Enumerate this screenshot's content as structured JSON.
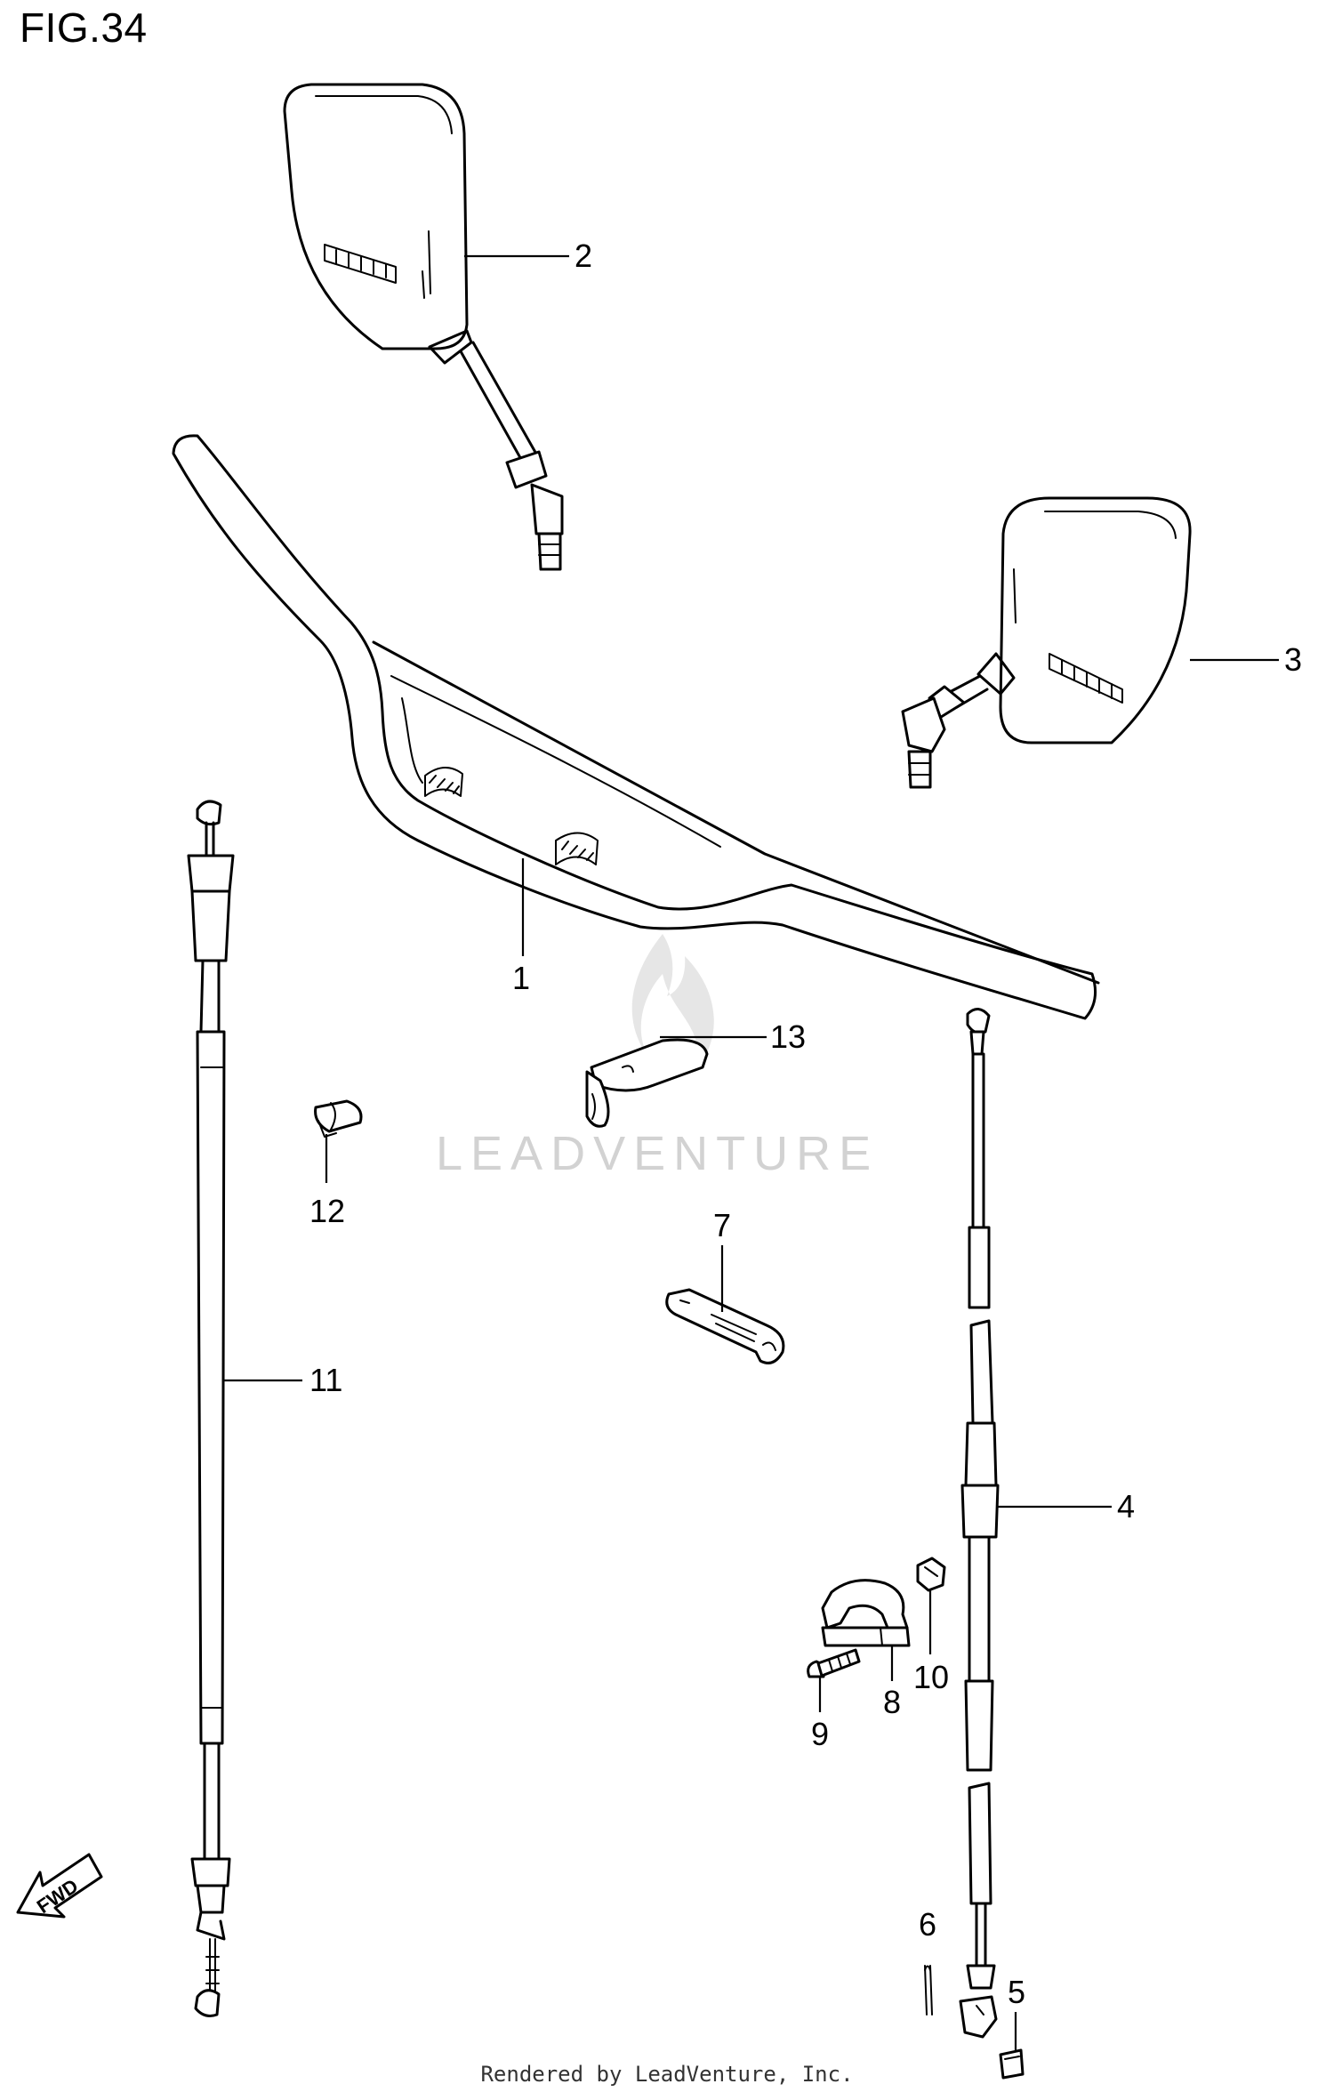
{
  "figure": {
    "title": "FIG.34"
  },
  "callouts": [
    {
      "id": "1",
      "text": "1"
    },
    {
      "id": "2",
      "text": "2"
    },
    {
      "id": "3",
      "text": "3"
    },
    {
      "id": "4",
      "text": "4"
    },
    {
      "id": "5",
      "text": "5"
    },
    {
      "id": "6",
      "text": "6"
    },
    {
      "id": "7",
      "text": "7"
    },
    {
      "id": "8",
      "text": "8"
    },
    {
      "id": "9",
      "text": "9"
    },
    {
      "id": "10",
      "text": "10"
    },
    {
      "id": "11",
      "text": "11"
    },
    {
      "id": "12",
      "text": "12"
    },
    {
      "id": "13",
      "text": "13"
    }
  ],
  "arrow": {
    "label": "FWD"
  },
  "watermark": {
    "text": "LEADVENTURE"
  },
  "footer": {
    "text": "Rendered by LeadVenture, Inc."
  }
}
